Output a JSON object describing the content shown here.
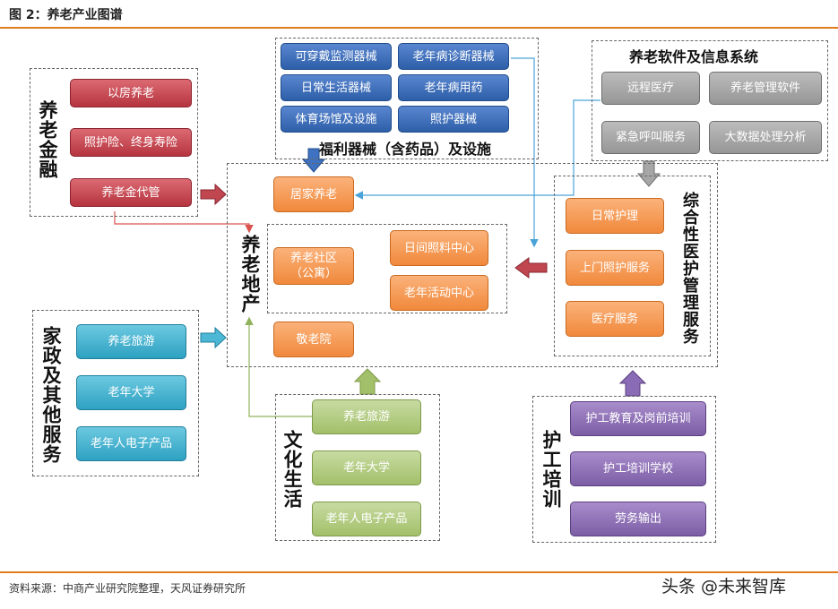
{
  "header": {
    "title": "图 2：养老产业图谱"
  },
  "footer": {
    "source": "资料来源：中商产业研究院整理，天风证券研究所",
    "watermark": "头条 @未来智库"
  },
  "colors": {
    "rule": "#e07b1f",
    "finance": "#b5343f",
    "equipment": "#2d5fa8",
    "software": "#969696",
    "realestate": "#f0893c",
    "household": "#2ea1c2",
    "culture": "#a2c06a",
    "training": "#7c5ea6"
  },
  "finance": {
    "title": "养老金融",
    "items": [
      "以房养老",
      "照护险、终身寿险",
      "养老金代管"
    ]
  },
  "equipment": {
    "title": "福利器械（含药品）及设施",
    "left": [
      "可穿戴监测器械",
      "日常生活器械",
      "体育场馆及设施"
    ],
    "right": [
      "老年病诊断器械",
      "老年病用药",
      "照护器械"
    ]
  },
  "software": {
    "title": "养老软件及信息系统",
    "items": [
      "远程医疗",
      "养老管理软件",
      "紧急呼叫服务",
      "大数据处理分析"
    ]
  },
  "realestate": {
    "title": "养老地产",
    "home_care": "居家养老",
    "community": "养老社区\n（公寓）",
    "day_care": "日间照料中心",
    "activity": "老年活动中心",
    "nursing_home": "敬老院"
  },
  "medical": {
    "title": "综合性医护管理服务",
    "items": [
      "日常护理",
      "上门照护服务",
      "医疗服务"
    ]
  },
  "household": {
    "title": "家政及其他服务",
    "items": [
      "养老旅游",
      "老年大学",
      "老年人电子产品"
    ]
  },
  "culture": {
    "title": "文化生活",
    "items": [
      "养老旅游",
      "老年大学",
      "老年人电子产品"
    ]
  },
  "training": {
    "title": "护工培训",
    "items": [
      "护工教育及岗前培训",
      "护工培训学校",
      "劳务输出"
    ]
  }
}
